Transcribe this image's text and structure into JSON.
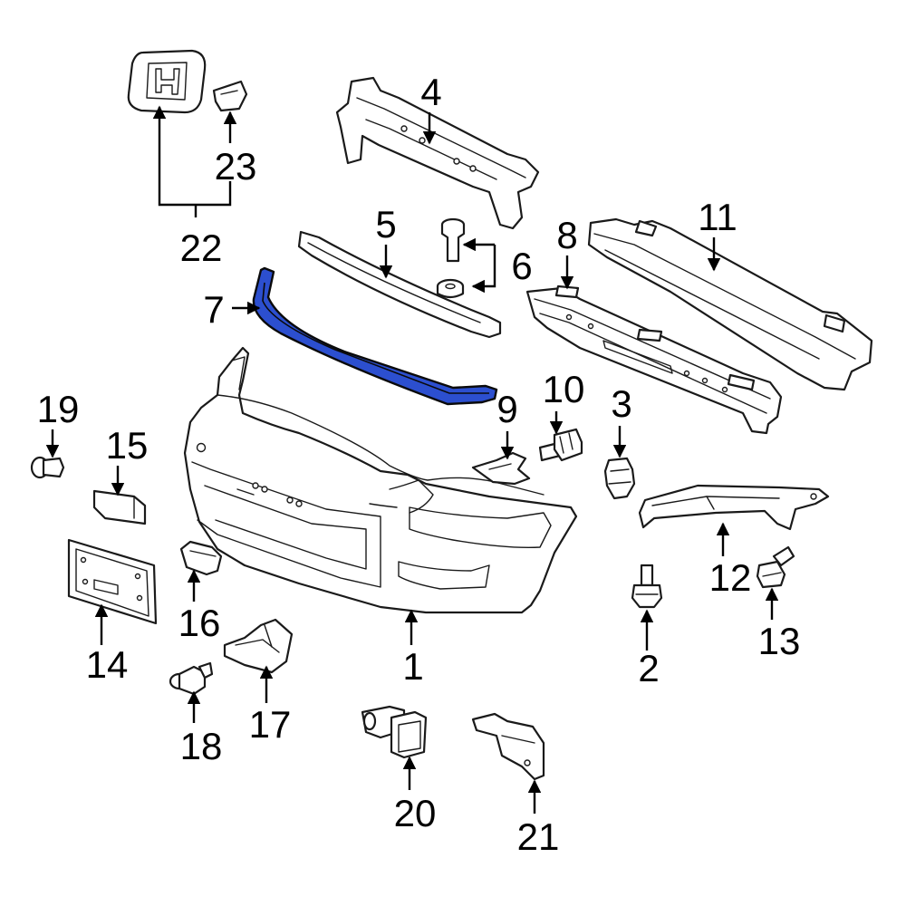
{
  "diagram": {
    "highlight_color": "#2c4fcf",
    "highlighted_part": "7",
    "callouts": [
      {
        "key": "p1",
        "label": "1"
      },
      {
        "key": "p2",
        "label": "2"
      },
      {
        "key": "p3",
        "label": "3"
      },
      {
        "key": "p4",
        "label": "4"
      },
      {
        "key": "p5",
        "label": "5"
      },
      {
        "key": "p6",
        "label": "6"
      },
      {
        "key": "p7",
        "label": "7"
      },
      {
        "key": "p8",
        "label": "8"
      },
      {
        "key": "p9",
        "label": "9"
      },
      {
        "key": "p10",
        "label": "10"
      },
      {
        "key": "p11",
        "label": "11"
      },
      {
        "key": "p12",
        "label": "12"
      },
      {
        "key": "p13",
        "label": "13"
      },
      {
        "key": "p14",
        "label": "14"
      },
      {
        "key": "p15",
        "label": "15"
      },
      {
        "key": "p16",
        "label": "16"
      },
      {
        "key": "p17",
        "label": "17"
      },
      {
        "key": "p18",
        "label": "18"
      },
      {
        "key": "p19",
        "label": "19"
      },
      {
        "key": "p20",
        "label": "20"
      },
      {
        "key": "p21",
        "label": "21"
      },
      {
        "key": "p22",
        "label": "22"
      },
      {
        "key": "p23",
        "label": "23"
      }
    ]
  }
}
